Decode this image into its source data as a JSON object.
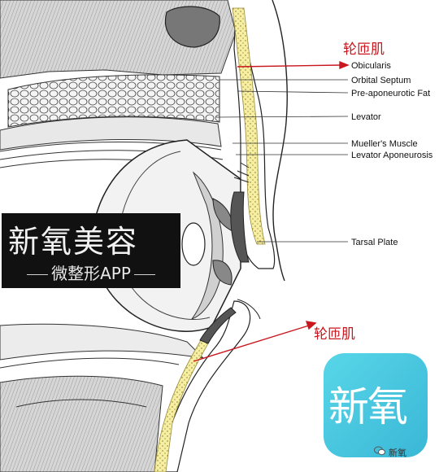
{
  "labels": {
    "red_upper": "轮匝肌",
    "red_lower": "轮匝肌",
    "obicularis": "Obicularis",
    "orbital_septum": "Orbital Septum",
    "pre_aponeurotic_fat": "Pre-aponeurotic  Fat",
    "levator": "Levator",
    "mueller": "Mueller's Muscle",
    "levator_aponeurosis": "Levator Aponeurosis",
    "tarsal_plate": "Tarsal Plate"
  },
  "watermark": {
    "title": "新氧美容",
    "subtitle": "微整形APP"
  },
  "app_icon": {
    "text": "新氧"
  },
  "credit": {
    "text": "新氧"
  },
  "colors": {
    "accent_red": "#c8171e",
    "muscle_yellow": "#f6eea0",
    "icon_teal": "#47c4dd"
  }
}
